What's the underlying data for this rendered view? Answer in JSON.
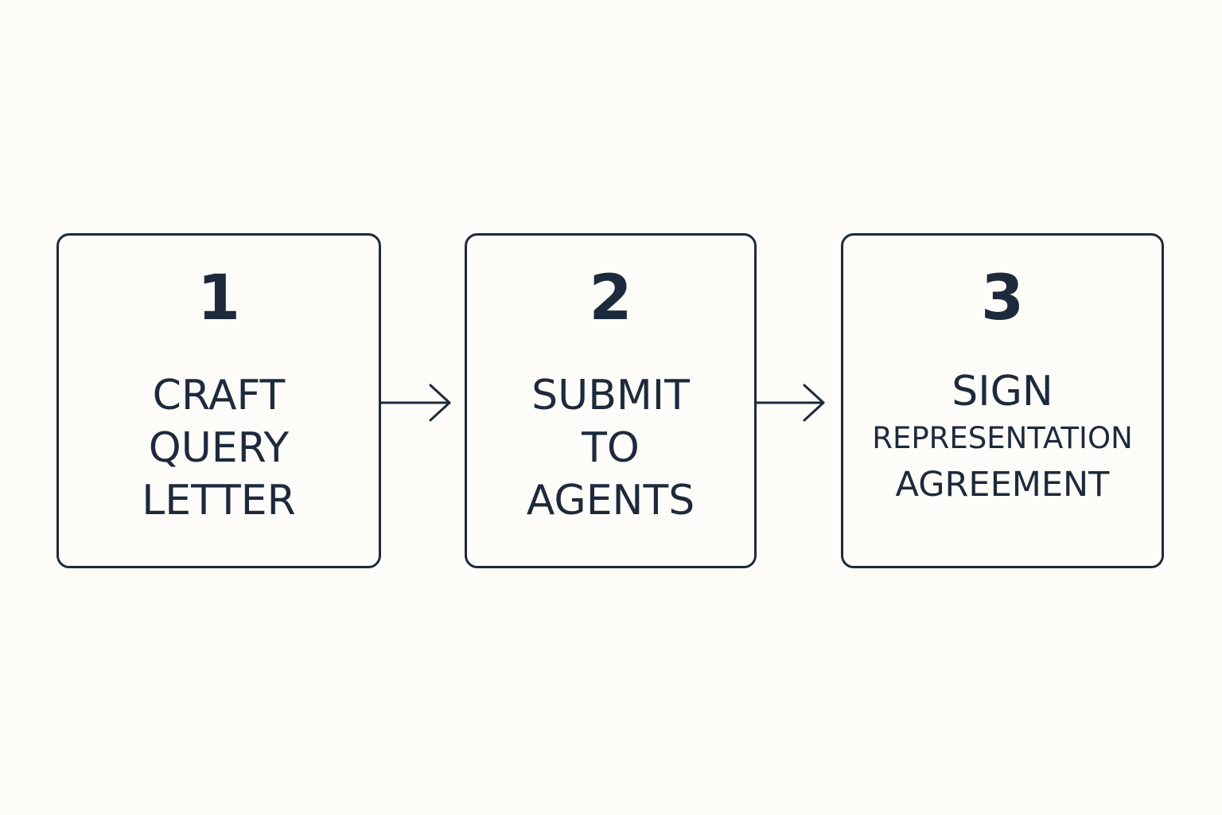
{
  "steps": [
    {
      "number": "1",
      "lines": [
        "CRAFT",
        "QUERY",
        "LETTER"
      ]
    },
    {
      "number": "2",
      "lines": [
        "SUBMIT",
        "TO",
        "AGENTS"
      ]
    },
    {
      "number": "3",
      "lines": [
        "SIGN",
        "REPRESENTATION",
        "AGREEMENT"
      ]
    }
  ],
  "colors": {
    "background": "#fdfcf8",
    "ink": "#1d2a3c"
  },
  "icons": [
    "arrow-right-icon",
    "arrow-right-icon"
  ]
}
